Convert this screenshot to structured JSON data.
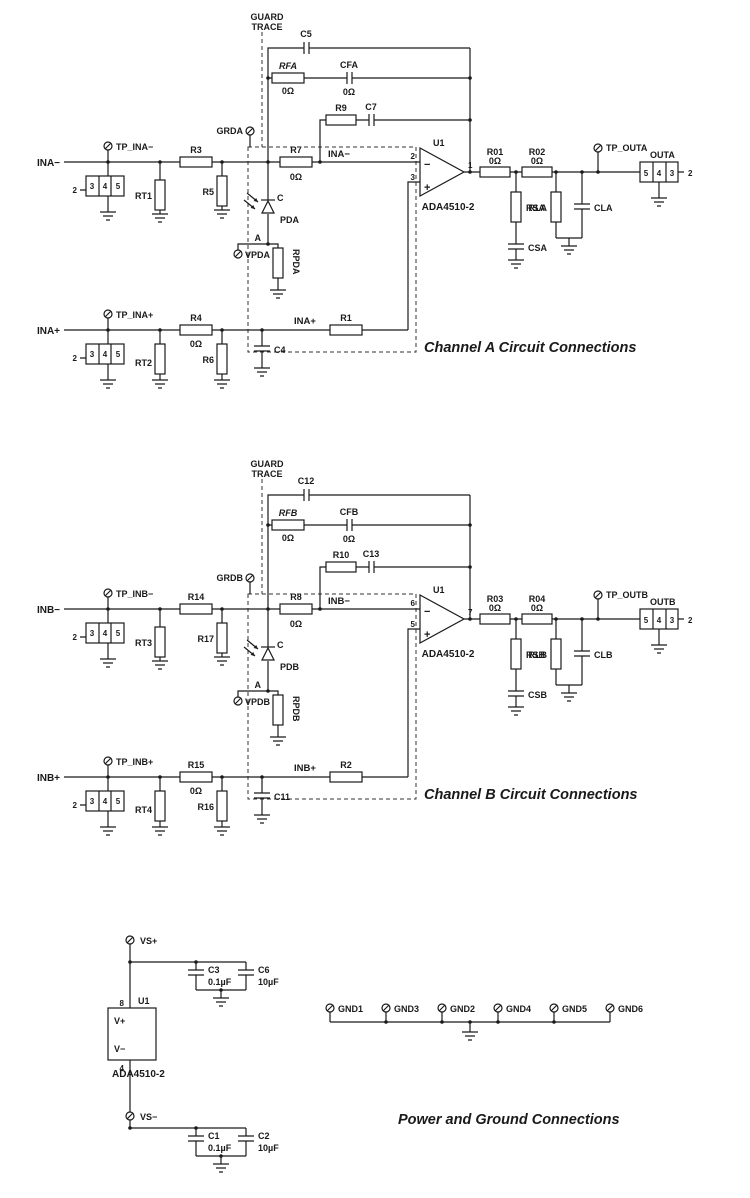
{
  "channel_a": {
    "guard_line1": "GUARD",
    "guard_line2": "TRACE",
    "guard_tp": "GRDA",
    "fb_cap_top": "C5",
    "fb_res": "RFA",
    "fb_res_val": "0Ω",
    "fb_cap": "CFA",
    "fb_cap_val": "0Ω",
    "fb2_res": "R9",
    "fb2_cap": "C7",
    "in_neg_label": "INA−",
    "in_neg_tp": "TP_INA−",
    "in_neg_pin_out": "2",
    "in_neg_pins": [
      "3",
      "4",
      "5"
    ],
    "in_neg_term": "RT1",
    "in_neg_series_res": "R3",
    "in_neg_shunt_res": "R5",
    "in_neg_res2": "R7",
    "in_neg_res2_val": "0Ω",
    "in_neg_net": "INA−",
    "photodiode_c": "C",
    "photodiode": "PDA",
    "photodiode_a": "A",
    "photodiode_tp": "VPDA",
    "photodiode_res": "RPDA",
    "opamp_ref": "U1",
    "pin_inv": "2",
    "pin_noninv": "3",
    "pin_out": "1",
    "inv_sign": "−",
    "noninv_sign": "+",
    "opamp_part": "ADA4510-2",
    "out_res1": "R01",
    "out_res1_val": "0Ω",
    "out_res2": "R02",
    "out_res2_val": "0Ω",
    "snubber_res": "RSA",
    "snubber_cap": "CSA",
    "load_res": "RLA",
    "load_cap": "CLA",
    "out_tp": "TP_OUTA",
    "out_label": "OUTA",
    "out_pins": [
      "5",
      "4",
      "3"
    ],
    "out_pin_out": "2",
    "in_pos_label": "INA+",
    "in_pos_tp": "TP_INA+",
    "in_pos_pin_out": "2",
    "in_pos_pins": [
      "3",
      "4",
      "5"
    ],
    "in_pos_term": "RT2",
    "in_pos_series_res": "R4",
    "in_pos_series_res_val": "0Ω",
    "in_pos_shunt_res": "R6",
    "in_pos_cap": "C4",
    "in_pos_net": "INA+",
    "in_pos_res2": "R1",
    "title": "Channel A Circuit Connections"
  },
  "channel_b": {
    "guard_line1": "GUARD",
    "guard_line2": "TRACE",
    "guard_tp": "GRDB",
    "fb_cap_top": "C12",
    "fb_res": "RFB",
    "fb_res_val": "0Ω",
    "fb_cap": "CFB",
    "fb_cap_val": "0Ω",
    "fb2_res": "R10",
    "fb2_cap": "C13",
    "in_neg_label": "INB−",
    "in_neg_tp": "TP_INB−",
    "in_neg_pin_out": "2",
    "in_neg_pins": [
      "3",
      "4",
      "5"
    ],
    "in_neg_term": "RT3",
    "in_neg_series_res": "R14",
    "in_neg_shunt_res": "R17",
    "in_neg_res2": "R8",
    "in_neg_res2_val": "0Ω",
    "in_neg_net": "INB−",
    "photodiode_c": "C",
    "photodiode": "PDB",
    "photodiode_a": "A",
    "photodiode_tp": "VPDB",
    "photodiode_res": "RPDB",
    "opamp_ref": "U1",
    "pin_inv": "6",
    "pin_noninv": "5",
    "pin_out": "7",
    "inv_sign": "−",
    "noninv_sign": "+",
    "opamp_part": "ADA4510-2",
    "out_res1": "R03",
    "out_res1_val": "0Ω",
    "out_res2": "R04",
    "out_res2_val": "0Ω",
    "snubber_res": "RSB",
    "snubber_cap": "CSB",
    "load_res": "RLB",
    "load_cap": "CLB",
    "out_tp": "TP_OUTB",
    "out_label": "OUTB",
    "out_pins": [
      "5",
      "4",
      "3"
    ],
    "out_pin_out": "2",
    "in_pos_label": "INB+",
    "in_pos_tp": "TP_INB+",
    "in_pos_pin_out": "2",
    "in_pos_pins": [
      "3",
      "4",
      "5"
    ],
    "in_pos_term": "RT4",
    "in_pos_series_res": "R15",
    "in_pos_series_res_val": "0Ω",
    "in_pos_shunt_res": "R16",
    "in_pos_cap": "C11",
    "in_pos_net": "INB+",
    "in_pos_res2": "R2",
    "title": "Channel B Circuit Connections"
  },
  "power": {
    "vs_pos_tp": "VS+",
    "vs_neg_tp": "VS−",
    "cap1": "C3",
    "cap1_val": "0.1µF",
    "cap2": "C6",
    "cap2_val": "10µF",
    "cap3": "C1",
    "cap3_val": "0.1µF",
    "cap4": "C2",
    "cap4_val": "10µF",
    "opamp_ref": "U1",
    "pin_vpos": "8",
    "pin_vneg": "4",
    "vpos_label": "V+",
    "vneg_label": "V−",
    "opamp_part": "ADA4510-2",
    "gnd_tps": [
      "GND1",
      "GND3",
      "GND2",
      "GND4",
      "GND5",
      "GND6"
    ],
    "title": "Power and Ground Connections"
  }
}
